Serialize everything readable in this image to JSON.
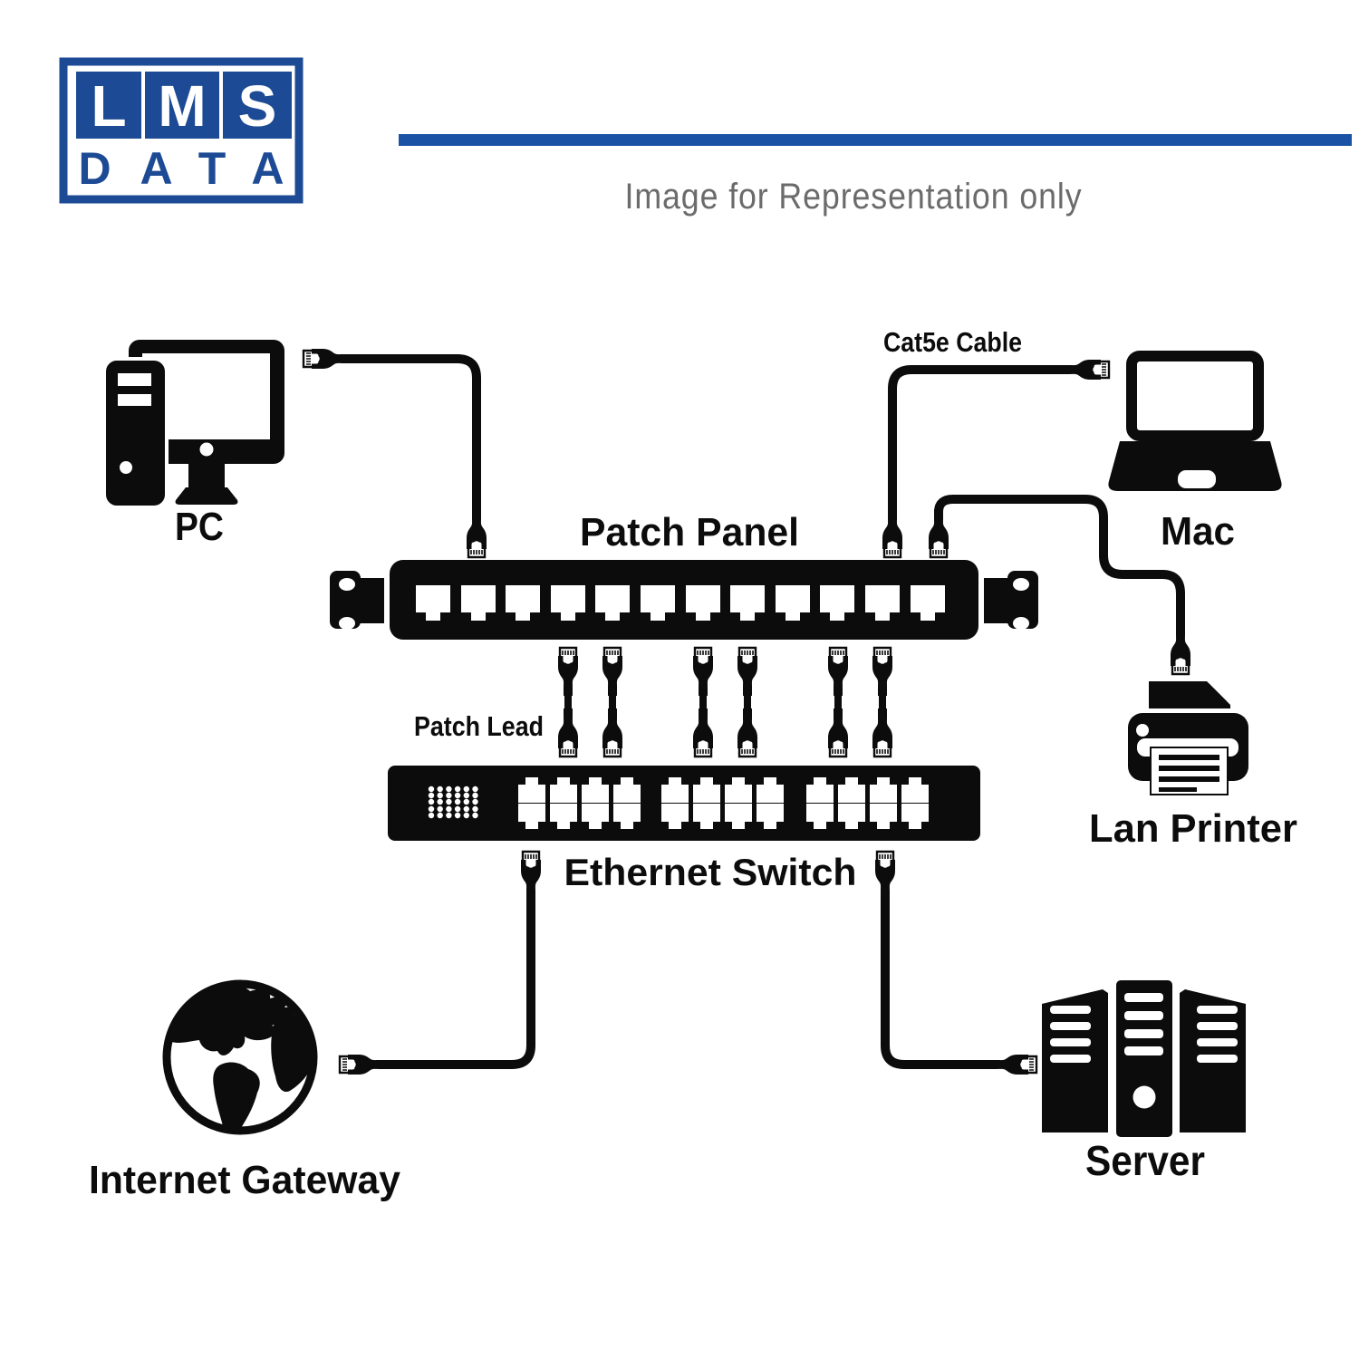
{
  "logo": {
    "letters": [
      "L",
      "M",
      "S"
    ],
    "word": "DATA"
  },
  "header": {
    "note": "Image for Representation only"
  },
  "labels": {
    "pc": "PC",
    "patch_panel": "Patch Panel",
    "cat5e_cable": "Cat5e Cable",
    "mac": "Mac",
    "patch_lead": "Patch Lead",
    "lan_printer": "Lan Printer",
    "ethernet_switch": "Ethernet Switch",
    "internet_gateway": "Internet Gateway",
    "server": "Server"
  },
  "hardware": {
    "patch_panel_ports": 12,
    "switch_port_groups": 3,
    "switch_ports_per_group": 8,
    "patch_lead_count": 6,
    "server_towers": 3
  },
  "colors": {
    "logo_blue": "#1c4a94",
    "divider_blue": "#1a52a5",
    "note_gray": "#6b6b6b",
    "artwork_black": "#0c0c0c",
    "background": "#ffffff"
  }
}
